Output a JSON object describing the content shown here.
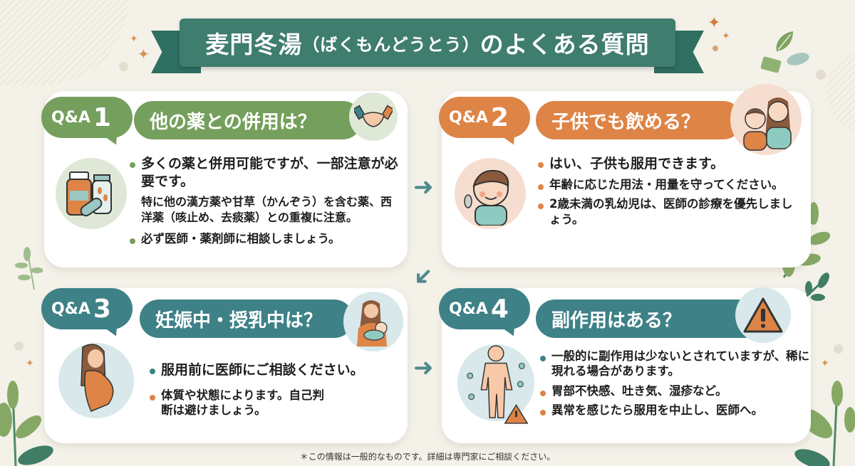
{
  "header": {
    "title_main": "麦門冬湯",
    "title_furigana": "（ばくもんどうとう）",
    "title_suffix": "のよくある質問"
  },
  "colors": {
    "ribbon": "#3f7d6e",
    "green": "#759f5c",
    "orange": "#dd8446",
    "teal": "#3e8187",
    "background": "#f3f1e8"
  },
  "cards": [
    {
      "qa_label": "Q&A",
      "qa_number": "1",
      "question": "他の薬との併用は？",
      "header_icon": "handshake-icon",
      "side_icon": "medicine-bottles-icon",
      "bullets": [
        {
          "text": "多くの薬と併用可能ですが、一部注意が必要です。",
          "color": "#759f5c"
        },
        {
          "text": "特に他の漢方薬や甘草（かんぞう）を含む薬、西洋薬（咳止め、去痰薬）との重複に注意。",
          "color": null
        },
        {
          "text": "必ず医師・薬剤師に相談しましょう。",
          "color": "#759f5c"
        }
      ]
    },
    {
      "qa_label": "Q&A",
      "qa_number": "2",
      "question": "子供でも飲める？",
      "header_icon": "parent-child-icon",
      "side_icon": "child-with-spoon-icon",
      "bullets": [
        {
          "text": "はい、子供も服用できます。",
          "color": "#dd8446"
        },
        {
          "text": "年齢に応じた用法・用量を守ってください。",
          "color": "#dd8446"
        },
        {
          "text": "2歳未満の乳幼児は、医師の診療を優先しましょう。",
          "color": "#dd8446"
        }
      ]
    },
    {
      "qa_label": "Q&A",
      "qa_number": "3",
      "question": "妊娠中・授乳中は？",
      "header_icon": "mother-baby-icon",
      "side_icon": "pregnant-woman-icon",
      "bullets": [
        {
          "text": "服用前に医師にご相談ください。",
          "color": "#3e8187"
        },
        {
          "text": "体質や状態によります。自己判断は避けましょう。",
          "color": "#dd8446"
        }
      ]
    },
    {
      "qa_label": "Q&A",
      "qa_number": "4",
      "question": "副作用はある？",
      "header_icon": "warning-icon",
      "side_icon": "body-symptoms-icon",
      "bullets": [
        {
          "text": "一般的に副作用は少ないとされていますが、稀に現れる場合があります。",
          "color": "#3e8187"
        },
        {
          "text": "胃部不快感、吐き気、湿疹など。",
          "color": "#dd8446"
        },
        {
          "text": "異常を感じたら服用を中止し、医師へ。",
          "color": "#dd8446"
        }
      ]
    }
  ],
  "footnote": "＊この情報は一般的なものです。詳細は専門家にご相談ください。"
}
